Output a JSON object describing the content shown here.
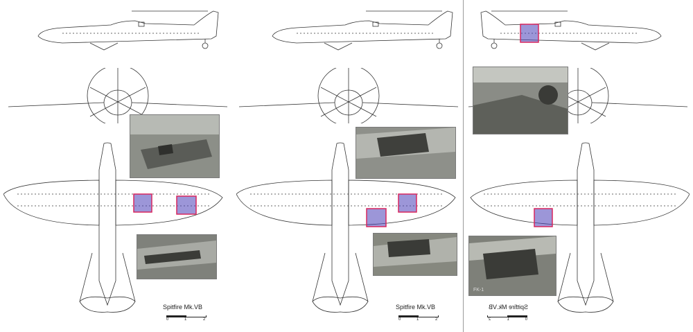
{
  "panels": [
    {
      "caption": "Spitfire Mk.VB",
      "scale_ticks": [
        "0",
        "1",
        "2"
      ]
    },
    {
      "caption": "Spitfire Mk.VB",
      "scale_ticks": [
        "0",
        "1",
        "2"
      ]
    },
    {
      "caption": "Spitfire Mk.VB",
      "scale_ticks": [
        "0",
        "1",
        "2"
      ],
      "photo_label": "FK-1"
    }
  ],
  "colors": {
    "line": "#333333",
    "highlight_fill": "#4a3fb8",
    "highlight_border": "#d9265e",
    "divider": "#9a9a9a"
  }
}
